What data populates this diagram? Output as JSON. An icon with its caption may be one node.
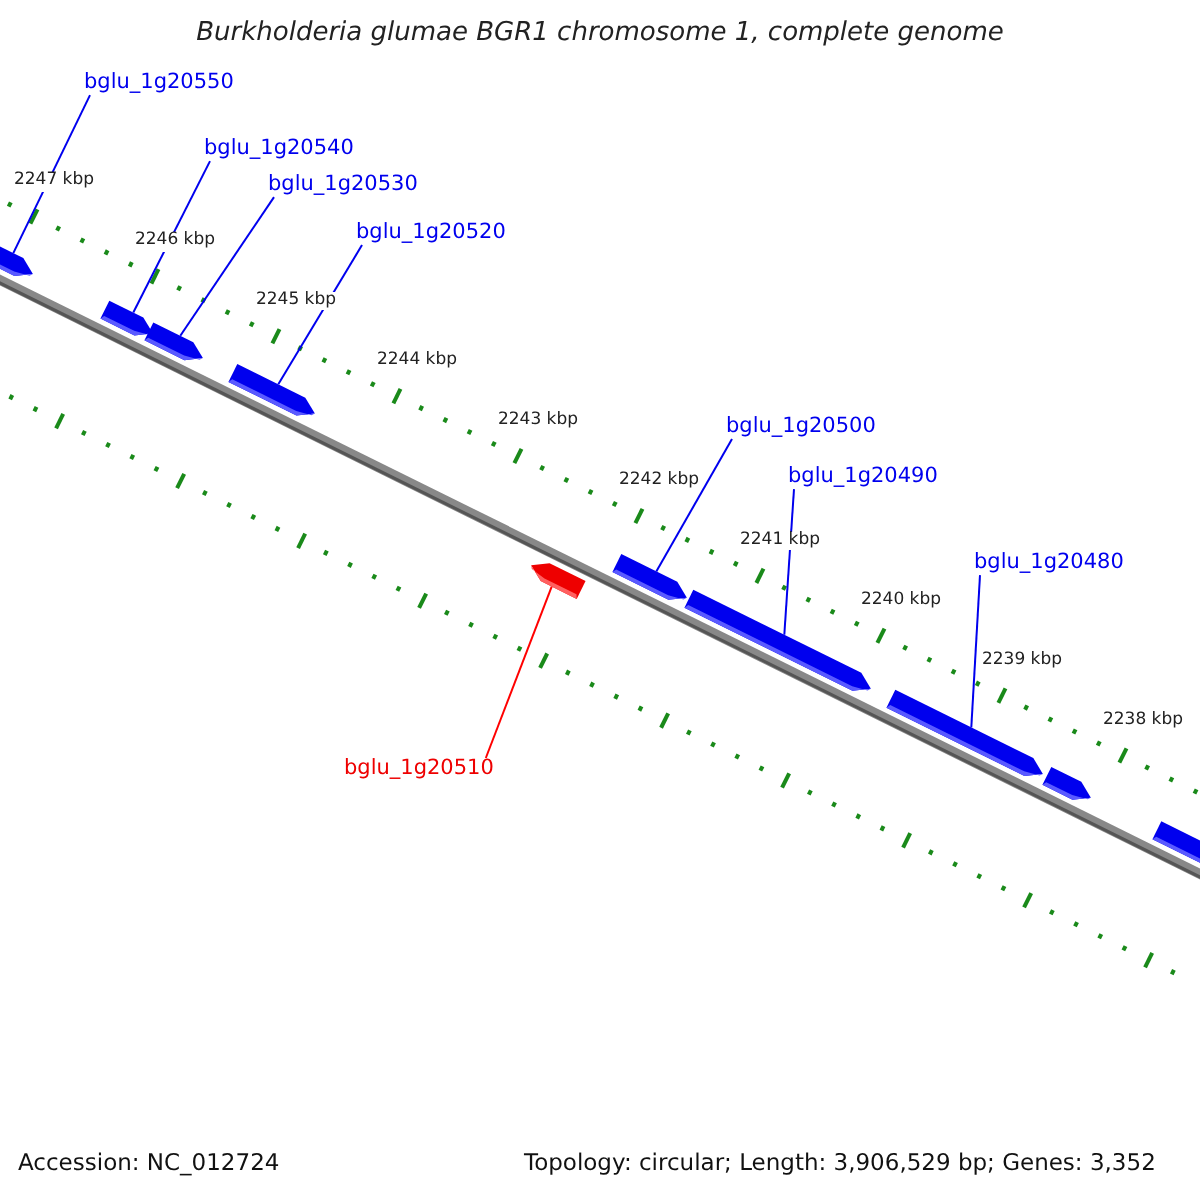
{
  "diagram": {
    "title": "Burkholderia glumae BGR1 chromosome 1, complete genome",
    "nodes": [
      {
        "text": [
          "bglu_1g20550"
        ]
      },
      {
        "text": [
          "bglu_1g20540"
        ]
      },
      {
        "text": [
          "bglu_1g20530"
        ]
      },
      {
        "text": [
          "bglu_1g20520"
        ]
      },
      {
        "text": [
          "bglu_1g20500"
        ]
      },
      {
        "text": [
          "bglu_1g20490"
        ]
      },
      {
        "text": [
          "bglu_1g20480"
        ]
      },
      {
        "text": [
          "bglu_1g20510"
        ]
      },
      {
        "text": [],
        "shape": "bar"
      },
      {
        "text": [],
        "shape": "bar"
      },
      {
        "text": [],
        "shape": "bar"
      },
      {
        "text": [],
        "shape": "bar"
      },
      {
        "text": [],
        "shape": "bar"
      },
      {
        "text": [],
        "shape": "bar"
      },
      {
        "text": [],
        "shape": "bar"
      },
      {
        "text": [],
        "shape": "bar"
      },
      {
        "text": [],
        "shape": "bar"
      },
      {
        "text": [],
        "shape": "bar"
      }
    ],
    "edges": [
      {
        "from": 0,
        "to": 8,
        "arrow": "none"
      },
      {
        "from": 1,
        "to": 9,
        "arrow": "none"
      },
      {
        "from": 2,
        "to": 10,
        "arrow": "none"
      },
      {
        "from": 3,
        "to": 11,
        "arrow": "none"
      },
      {
        "from": 4,
        "to": 13,
        "arrow": "none"
      },
      {
        "from": 5,
        "to": 14,
        "arrow": "none"
      },
      {
        "from": 6,
        "to": 15,
        "arrow": "none"
      },
      {
        "from": 7,
        "to": 12,
        "arrow": "none",
        "color": "#ff0000"
      }
    ],
    "labels": [
      "2247 kbp",
      "2246 kbp",
      "2245 kbp",
      "2244 kbp",
      "2243 kbp",
      "2242 kbp",
      "2241 kbp",
      "2240 kbp",
      "2239 kbp",
      "2238 kbp",
      "Accession: NC_012724",
      "Topology: circular; Length: 3,906,529 bp; Genes: 3,352"
    ]
  }
}
